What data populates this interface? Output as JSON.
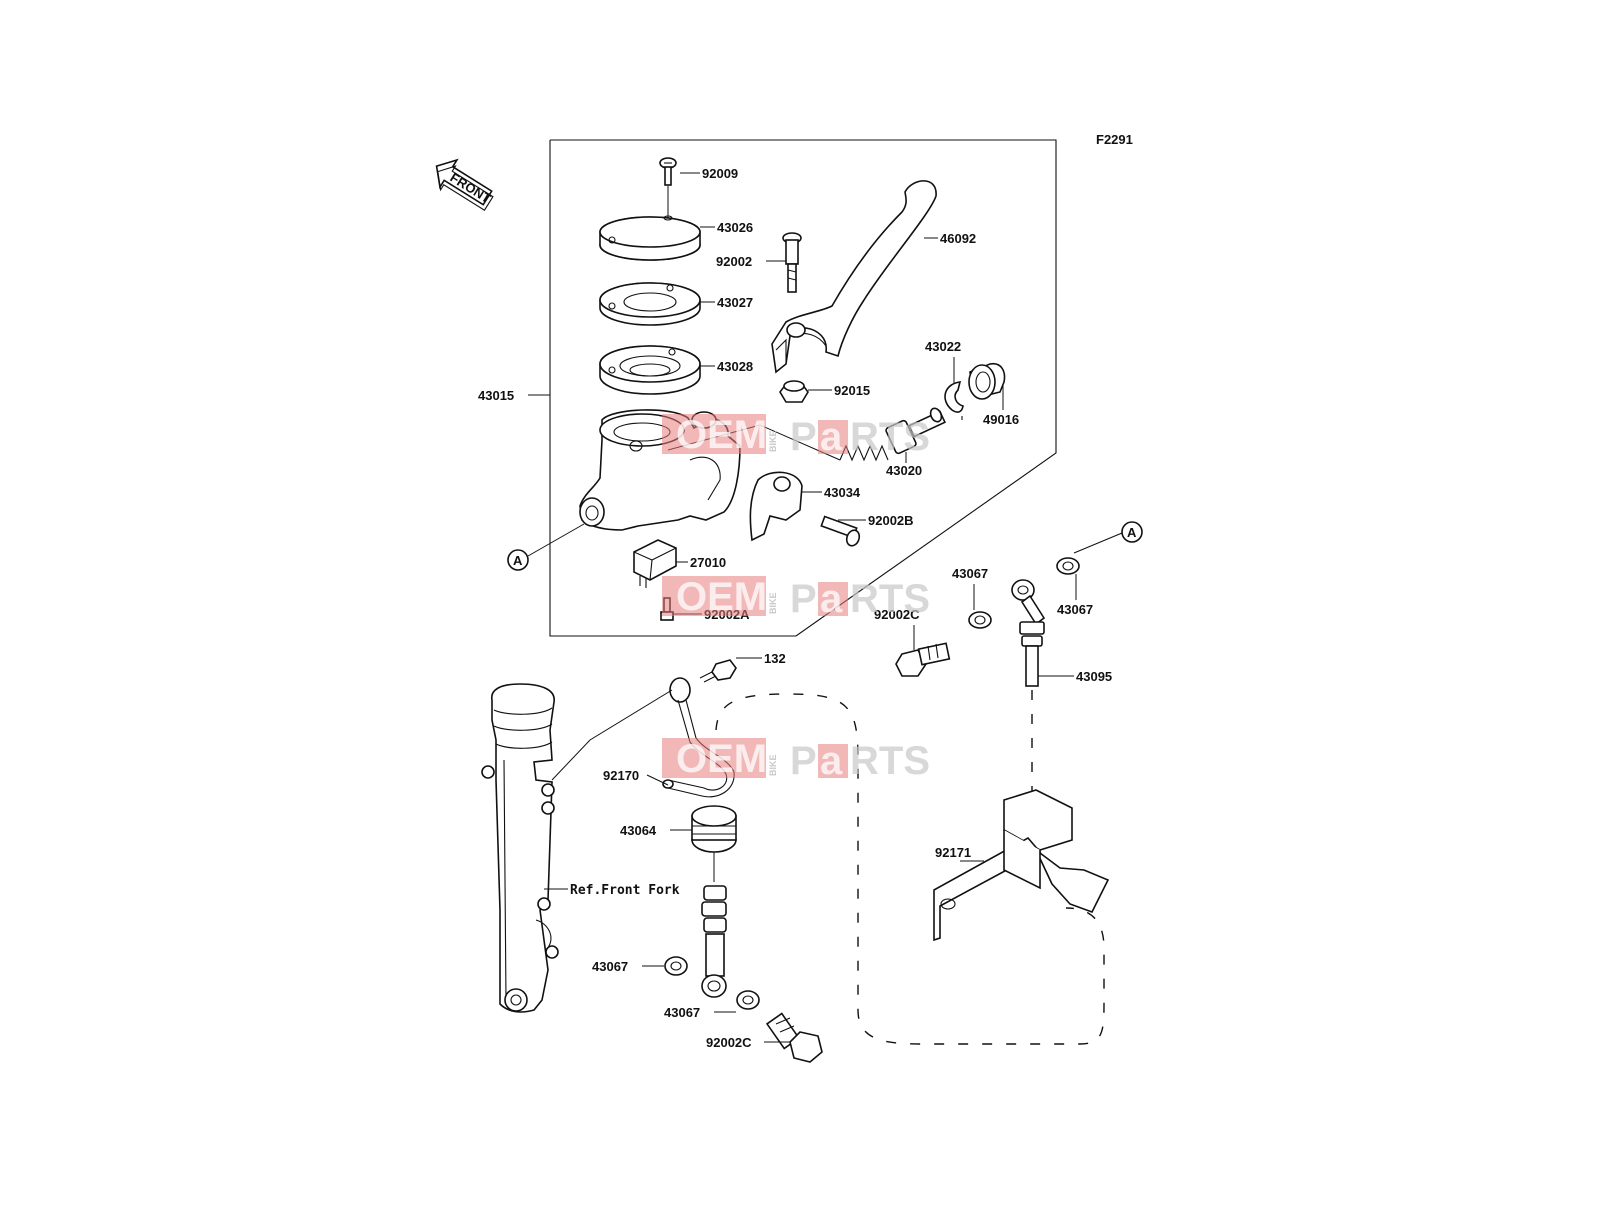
{
  "diagram": {
    "figure_code": "F2291",
    "front_label": "FRONT",
    "ref_front_fork": "Ref.Front Fork",
    "marker_a": "A",
    "watermark": {
      "oem": "OEM",
      "bike": "BIKE",
      "p": "P",
      "a": "a",
      "rts": "RTS"
    },
    "parts": {
      "p92009": "92009",
      "p43026": "43026",
      "p92002": "92002",
      "p46092": "46092",
      "p43027": "43027",
      "p43028": "43028",
      "p43022": "43022",
      "p92015": "92015",
      "p49016": "49016",
      "p43015": "43015",
      "p43020": "43020",
      "p43034": "43034",
      "p92002B": "92002B",
      "p27010": "27010",
      "p92002A": "92002A",
      "p43067_a": "43067",
      "p43067_b": "43067",
      "p92002C_a": "92002C",
      "p43095": "43095",
      "p132": "132",
      "p92170": "92170",
      "p43064": "43064",
      "p92171": "92171",
      "p43067_c": "43067",
      "p43067_d": "43067",
      "p92002C_b": "92002C"
    }
  }
}
